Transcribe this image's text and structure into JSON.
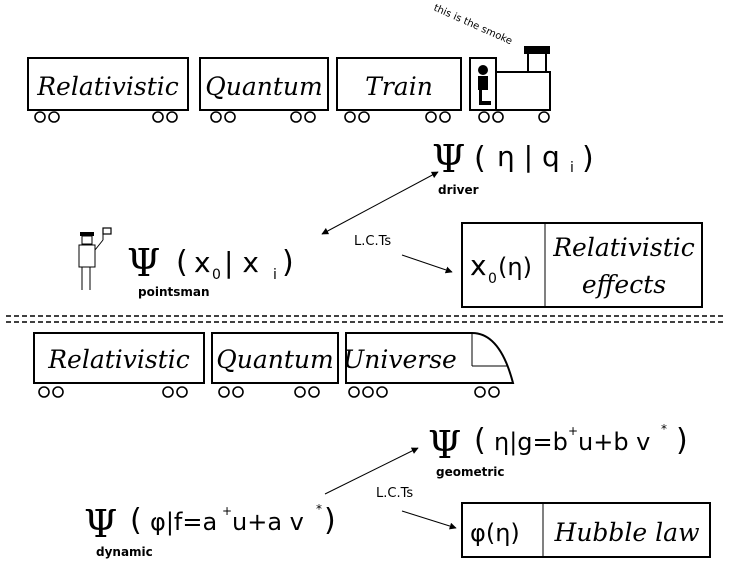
{
  "smoke_text": "this is the smoke",
  "train1": {
    "car1": "Relativistic",
    "car2": "Quantum",
    "car3": "Train"
  },
  "train2": {
    "car1": "Relativistic",
    "car2": "Quantum",
    "car3": "Universe"
  },
  "psi_symbol": "Ψ",
  "driver_state": {
    "open": "(",
    "content": "η | q",
    "sub": "i",
    "close": ")",
    "label": "driver"
  },
  "pointsman_state": {
    "open": "(",
    "content_a": "x",
    "sub_a": "0",
    "mid": " | x",
    "sub_b": "i",
    "close": ")",
    "label": "pointsman"
  },
  "lct_label": "L.C.Ts",
  "effects_box": {
    "left": "x",
    "left_sub": "0",
    "left_tail": "(η)",
    "right_line1": "Relativistic",
    "right_line2": "effects"
  },
  "geometric_state": {
    "open": "(",
    "content": "η|g=b",
    "sup1": "+",
    "mid": "u+b v",
    "sup2": "*",
    "close": ")",
    "label": "geometric"
  },
  "dynamic_state": {
    "open": "(",
    "content": "φ|f=a",
    "sup1": "+",
    "mid": "u+a v",
    "sup2": "*",
    "close": ")",
    "label": "dynamic"
  },
  "hubble_box": {
    "left": "φ(η)",
    "right": "Hubble law"
  }
}
